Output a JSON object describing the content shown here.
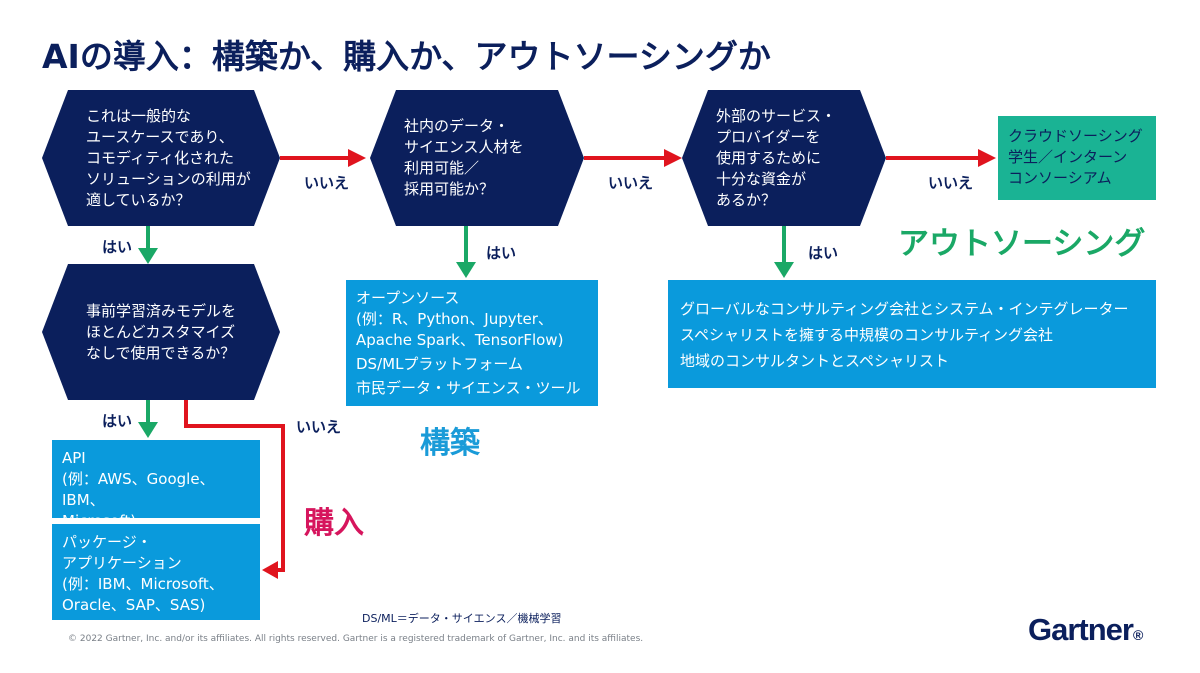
{
  "title": "AIの導入：構築か、購入か、アウトソーシングか",
  "colors": {
    "navy": "#0b1f5c",
    "blue_box": "#0a9adc",
    "teal_box": "#1ab394",
    "red_arrow": "#e0141e",
    "green_arrow": "#1aa866",
    "build": "#1a9bd8",
    "buy": "#d6155d",
    "outsource": "#1aa866"
  },
  "questions": {
    "q1": "これは一般的な\nユースケースであり、\nコモディティ化された\nソリューションの利用が\n適しているか？",
    "q2": "社内のデータ・\nサイエンス人材を\n利用可能／\n採用可能か？",
    "q3": "外部のサービス・\nプロバイダーを\n使用するために\n十分な資金が\nあるか？",
    "q4": "事前学習済みモデルを\nほとんどカスタマイズ\nなしで使用できるか？"
  },
  "labels": {
    "yes": "はい",
    "no": "いいえ"
  },
  "boxes": {
    "api": [
      "API",
      "(例：AWS、Google、IBM、",
      "Microsoft)"
    ],
    "package": [
      "パッケージ・",
      "アプリケーション",
      "(例：IBM、Microsoft、",
      "Oracle、SAP、SAS)"
    ],
    "opensource": [
      "オープンソース",
      "(例：R、Python、Jupyter、",
      "Apache Spark、TensorFlow)",
      "DS/MLプラットフォーム",
      "市民データ・サイエンス・ツール"
    ],
    "consulting": [
      "グローバルなコンサルティング会社とシステム・インテグレーター",
      "スペシャリストを擁する中規模のコンサルティング会社",
      "地域のコンサルタントとスペシャリスト"
    ],
    "crowd": [
      "クラウドソーシング",
      "学生／インターン",
      "コンソーシアム"
    ]
  },
  "categories": {
    "build": "構築",
    "buy": "購入",
    "outsource": "アウトソーシング"
  },
  "footnote": "DS/ML＝データ・サイエンス／機械学習",
  "copyright": "© 2022 Gartner, Inc. and/or its affiliates. All rights reserved. Gartner is a registered trademark of Gartner, Inc. and its affiliates.",
  "logo": "Gartner",
  "logo_mark": "®"
}
